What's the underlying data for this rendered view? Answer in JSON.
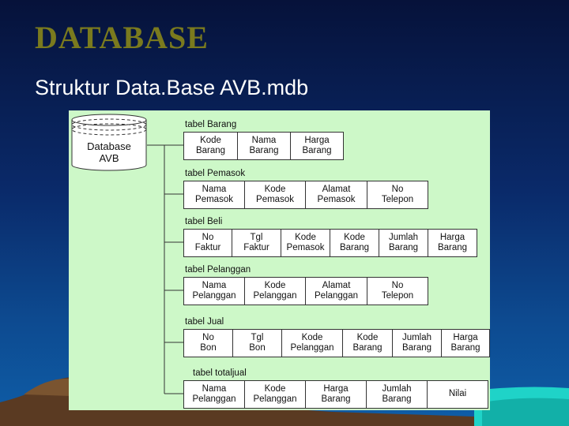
{
  "slide": {
    "title": "DATABASE",
    "subtitle": "Struktur Data.Base AVB.mdb"
  },
  "database": {
    "label": "Database\nAVB"
  },
  "tables": [
    {
      "name": "tabel Barang",
      "fields": [
        "Kode\nBarang",
        "Nama\nBarang",
        "Harga\nBarang"
      ]
    },
    {
      "name": "tabel Pemasok",
      "fields": [
        "Nama\nPemasok",
        "Kode\nPemasok",
        "Alamat\nPemasok",
        "No\nTelepon"
      ]
    },
    {
      "name": "tabel Beli",
      "fields": [
        "No\nFaktur",
        "Tgl\nFaktur",
        "Kode\nPemasok",
        "Kode\nBarang",
        "Jumlah\nBarang",
        "Harga\nBarang"
      ]
    },
    {
      "name": "tabel Pelanggan",
      "fields": [
        "Nama\nPelanggan",
        "Kode\nPelanggan",
        "Alamat\nPelanggan",
        "No\nTelepon"
      ]
    },
    {
      "name": "tabel Jual",
      "fields": [
        "No\nBon",
        "Tgl\nBon",
        "Kode\nPelanggan",
        "Kode\nBarang",
        "Jumlah\nBarang",
        "Harga\nBarang"
      ]
    },
    {
      "name": "tabel totaljual",
      "fields": [
        "Nama\nPelanggan",
        "Kode\nPelanggan",
        "Harga\nBarang",
        "Jumlah\nBarang",
        "Nilai"
      ]
    }
  ]
}
